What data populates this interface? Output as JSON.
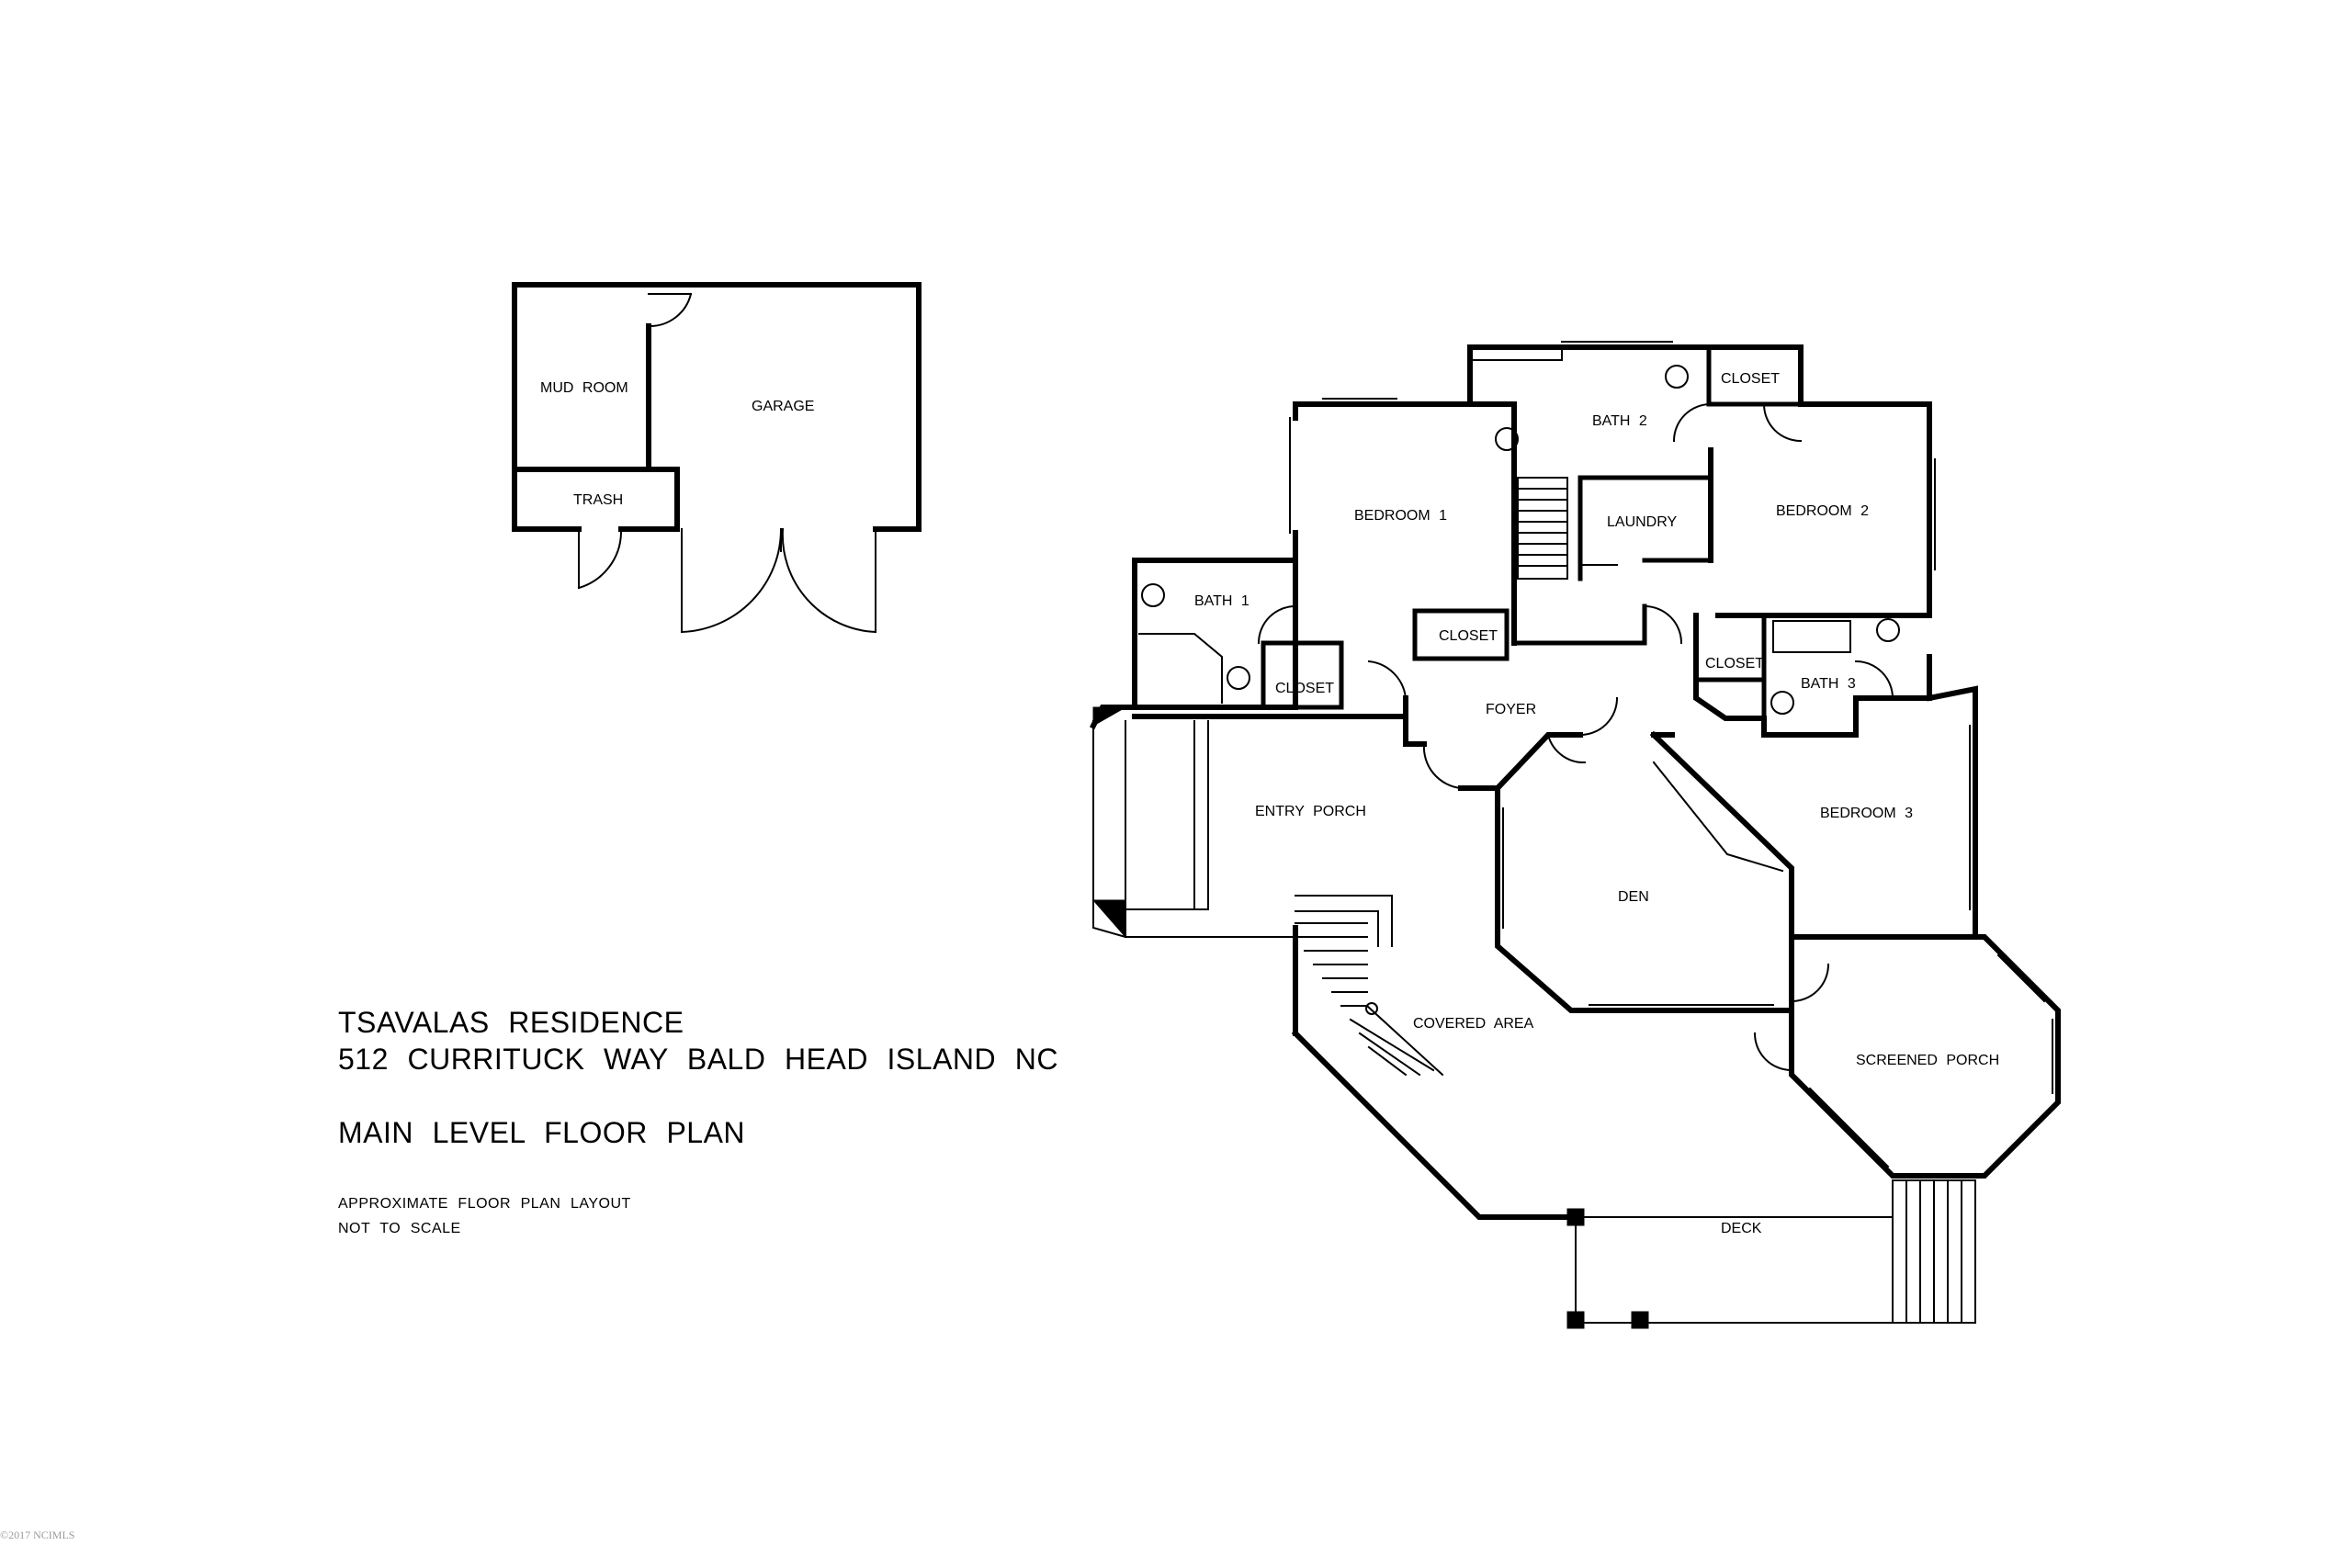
{
  "plan": {
    "title": "TSAVALAS  RESIDENCE",
    "address": "512  CURRITUCK  WAY  BALD  HEAD  ISLAND  NC",
    "level": "MAIN  LEVEL  FLOOR  PLAN",
    "note_layout": "APPROXIMATE  FLOOR  PLAN  LAYOUT",
    "note_scale": "NOT  TO  SCALE",
    "watermark": "©2017 NCIMLS"
  },
  "rooms": {
    "mud_room": "MUD  ROOM",
    "garage": "GARAGE",
    "trash": "TRASH",
    "bath_1": "BATH  1",
    "closet_bath1": "CLOSET",
    "bedroom_1": "BEDROOM  1",
    "closet_foyer": "CLOSET",
    "bath_2": "BATH  2",
    "closet_bath2": "CLOSET",
    "laundry": "LAUNDRY",
    "bedroom_2": "BEDROOM  2",
    "closet_bath3": "CLOSET",
    "bath_3": "BATH  3",
    "foyer": "FOYER",
    "bedroom_3": "BEDROOM  3",
    "entry_porch": "ENTRY  PORCH",
    "den": "DEN",
    "covered_area": "COVERED  AREA",
    "screened_porch": "SCREENED  PORCH",
    "deck": "DECK"
  },
  "colors": {
    "wall": "#000000",
    "background": "#ffffff",
    "watermark": "#9a9a9a"
  }
}
